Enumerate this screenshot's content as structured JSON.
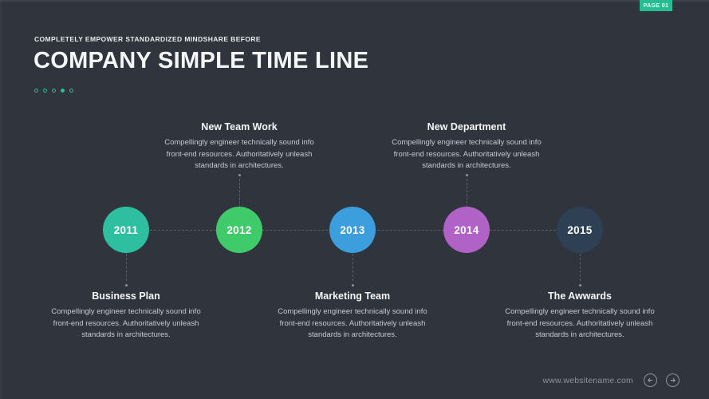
{
  "page_badge": {
    "label": "PAGE 01",
    "color": "#27bd92"
  },
  "header": {
    "kicker": "COMPLETELY EMPOWER STANDARDIZED MINDSHARE BEFORE",
    "title": "COMPANY SIMPLE TIME LINE"
  },
  "pagination": {
    "total": 5,
    "active_index": 3,
    "accent_color": "#2bbd96"
  },
  "timeline": {
    "items": [
      {
        "year": "2011",
        "color": "#2dbfa0",
        "label": "Business Plan",
        "description": "Compellingly engineer technically sound info front-end resources. Authoritatively unleash standards in architectures.",
        "position": "below"
      },
      {
        "year": "2012",
        "color": "#3fcb6a",
        "label": "New Team Work",
        "description": "Compellingly engineer technically sound info front-end resources. Authoritatively unleash standards in architectures.",
        "position": "above"
      },
      {
        "year": "2013",
        "color": "#3c9edd",
        "label": "Marketing Team",
        "description": "Compellingly engineer technically sound info front-end resources. Authoritatively unleash standards in architectures.",
        "position": "below"
      },
      {
        "year": "2014",
        "color": "#b162c7",
        "label": "New Department",
        "description": "Compellingly engineer technically sound info front-end resources. Authoritatively unleash standards in architectures.",
        "position": "above"
      },
      {
        "year": "2015",
        "color": "#2d4054",
        "label": "The Awwards",
        "description": "Compellingly engineer technically sound info front-end resources. Authoritatively unleash standards in architectures.",
        "position": "below"
      }
    ]
  },
  "footer": {
    "website": "www.websitename.com"
  }
}
